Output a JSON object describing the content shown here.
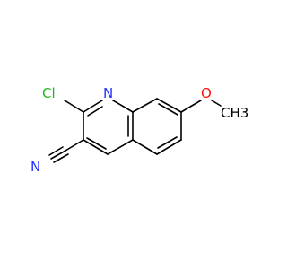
{
  "molecule": {
    "atoms": {
      "cl": {
        "label": "Cl"
      },
      "n_ring": {
        "label": "N"
      },
      "o": {
        "label": "O"
      },
      "ch3": {
        "label": "CH3"
      },
      "n_nitrile": {
        "label": "N"
      }
    }
  },
  "colors": {
    "bond": "#000000",
    "chlorine": "#1FB81F",
    "nitrogen": "#2233FF",
    "oxygen": "#FF0D0D",
    "carbon": "#000000"
  }
}
